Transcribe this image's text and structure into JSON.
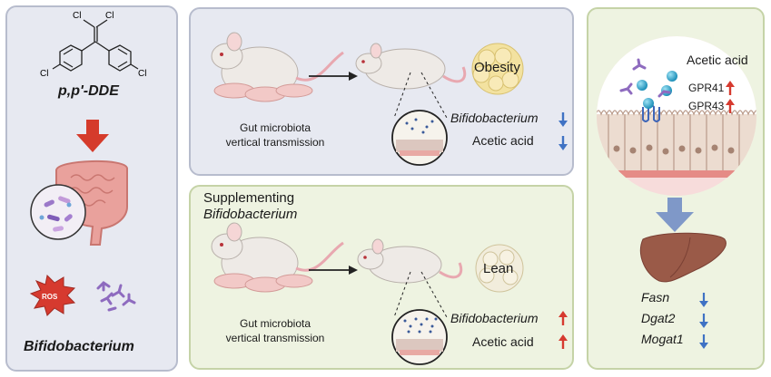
{
  "left_panel": {
    "compound": "p,p'-DDE",
    "cl_label": "Cl",
    "ros_label": "ROS",
    "bacterium_label": "Bifidobacterium"
  },
  "top_panel": {
    "transmission_line1": "Gut microbiota",
    "transmission_line2": "vertical transmission",
    "phenotype": "Obesity",
    "bifido_label": "Bifidobacterium",
    "acetic_label": "Acetic acid"
  },
  "bottom_panel": {
    "heading_line1": "Supplementing",
    "heading_line2": "Bifidobacterium",
    "transmission_line1": "Gut microbiota",
    "transmission_line2": "vertical transmission",
    "phenotype": "Lean",
    "bifido_label": "Bifidobacterium",
    "acetic_label": "Acetic acid"
  },
  "right_panel": {
    "acetic_label": "Acetic acid",
    "receptor1": "GPR41",
    "receptor2": "GPR43",
    "genes": [
      "Fasn",
      "Dgat2",
      "Mogat1"
    ]
  },
  "colors": {
    "up": "#d63a2f",
    "down": "#3f72c4",
    "big_arrow_red": "#d53b2b",
    "big_arrow_blue": "#7f98c8"
  }
}
